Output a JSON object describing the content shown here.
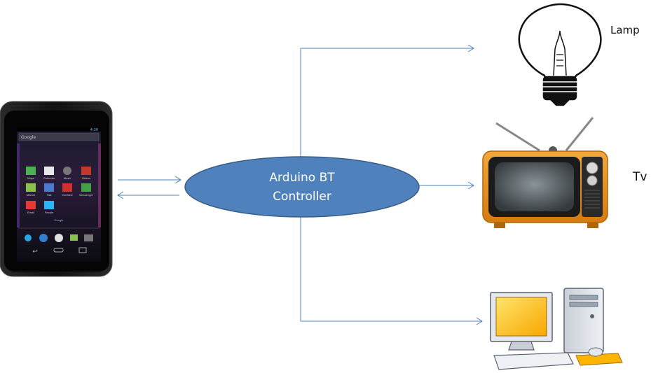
{
  "diagram": {
    "controller": {
      "line1": "Arduino BT",
      "line2": "Controller"
    },
    "devices": [
      {
        "name": "phone",
        "label": ""
      },
      {
        "name": "lamp",
        "label": "Lamp"
      },
      {
        "name": "tv",
        "label": "Tv"
      },
      {
        "name": "computer",
        "label": ""
      }
    ],
    "phone_screen": {
      "search_text": "Google",
      "status_time": "4:30",
      "apps_row1": [
        "Maps",
        "Calendar",
        "Music",
        "Videos"
      ],
      "apps_row2": [
        "Market",
        "Talk",
        "YouTube",
        "Messenger"
      ],
      "apps_row3": [
        "Email",
        "People"
      ],
      "footer": "Google"
    },
    "colors": {
      "ellipse_fill": "#4f81bd",
      "ellipse_stroke": "#385d8a",
      "connector": "#4f81bd",
      "tv_body": "#e6931f"
    }
  }
}
